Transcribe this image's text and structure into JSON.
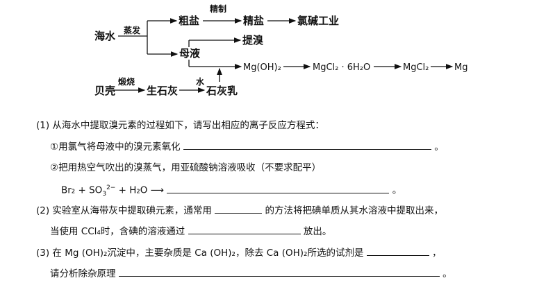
{
  "flow": {
    "seawater": "海水",
    "evaporate": "蒸发",
    "crude_salt": "粗盐",
    "refine": "精制",
    "refined_salt": "精盐",
    "chlor_alkali": "氯碱工业",
    "mother_liquor": "母液",
    "extract_bromine": "提溴",
    "mgoh2": "Mg(OH)₂",
    "mgcl2_hydrate": "MgCl₂ · 6H₂O",
    "mgcl2": "MgCl₂",
    "mg": "Mg",
    "shells": "贝壳",
    "calcine": "煅烧",
    "quicklime": "生石灰",
    "water": "水",
    "limewater": "石灰乳"
  },
  "questions": {
    "q1": "(1) 从海水中提取溴元素的过程如下，请写出相应的离子反应方程式：",
    "q1_1": "①用氯气将母液中的溴元素氧化",
    "q1_2": "②把用热空气吹出的溴蒸气，用亚硫酸钠溶液吸收（不要求配平）",
    "eq_br2": "Br₂ + SO",
    "eq_so3_sub": "3",
    "eq_so3_sup": "2−",
    "eq_rest": " + H₂O",
    "arrow": "⟶",
    "q2a": "(2) 实验室从海带灰中提取碘元素，通常用",
    "q2b": "的方法将把碘单质从其水溶液中提取出来，",
    "q2c": "当使用 CCl₄时，含碘的溶液通过",
    "q2d": "放出。",
    "q3a": "(3) 在 Mg (OH)₂沉淀中，主要杂质是 Ca (OH)₂，除去 Ca (OH)₂所选的试剂是",
    "q3b": "请分析除杂原理",
    "period": "。",
    "comma": "，"
  }
}
